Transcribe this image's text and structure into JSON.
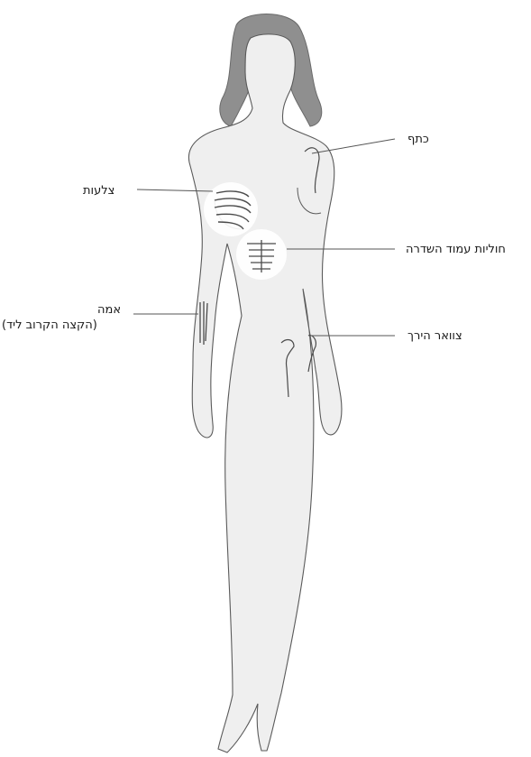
{
  "labels": {
    "shoulder": "כתף",
    "ribs": "צלעות",
    "vertebrae": "חוליות עמוד השדרה",
    "forearm_line1": "אמה",
    "forearm_line2": "(הקצה הקרוב ליד)",
    "hip": "צוואר הירך"
  },
  "colors": {
    "body_fill": "#efefef",
    "outline": "#5a5a5a",
    "hair": "#8f8f8f",
    "leader_line": "#555555",
    "bone_circle": "#ffffff"
  }
}
